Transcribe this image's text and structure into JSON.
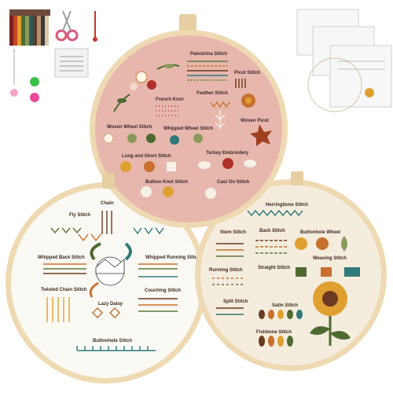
{
  "hoops": {
    "top": {
      "labels": [
        "Palestrina Stitch",
        "Picot Stitch",
        "French Knot",
        "Feather Stitch",
        "Woven Picot",
        "Woven Wheel Stitch",
        "Whipped Wheel Stitch",
        "Long and Short Stitch",
        "Turkey Embroidery",
        "Bullion Knot Stitch",
        "Cast On Stitch"
      ]
    },
    "left": {
      "labels": [
        "Chain",
        "Fly Stitch",
        "Whipped Back Stitch",
        "Whipped Running Stitch",
        "Couching Stitch",
        "Twisted Chain Stitch",
        "Lazy Daisy",
        "Buttonhole Stitch"
      ]
    },
    "right": {
      "labels": [
        "Herringbone Stitch",
        "Stem Stitch",
        "Back Stitch",
        "Buttonhole Wheel",
        "Weaving Stitch",
        "Running Stitch",
        "Straight Stitch",
        "Split Stitch",
        "Satin Stitch",
        "Fishbone Stitch"
      ]
    }
  },
  "colors": {
    "pink_fabric": "#e7b7ad",
    "cream_fabric": "#f4ecdd",
    "white_fabric": "#fbf9f4",
    "hoop_wood": "#eed9b2",
    "thread_green": "#5a7a3c",
    "thread_orange": "#c8702e",
    "thread_brown": "#6b3a20",
    "thread_teal": "#2e7a7a"
  },
  "icons": [
    "thread-skeins-icon",
    "scissors-icon",
    "needle-threader-icon",
    "needle-pack-icon",
    "pattern-sheets-icon",
    "sunflower-icon",
    "fox-icon"
  ]
}
